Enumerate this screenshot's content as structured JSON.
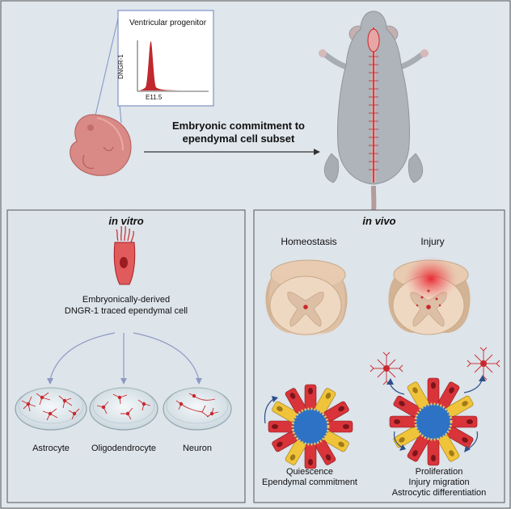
{
  "top": {
    "histogram": {
      "title": "Ventricular progenitor",
      "ylabel": "DNGR-1",
      "xlabel": "E11.5"
    },
    "arrow_label_line1": "Embryonic commitment to",
    "arrow_label_line2": "ependymal cell subset"
  },
  "in_vitro": {
    "title": "in vitro",
    "cell_label_line1": "Embryonically-derived",
    "cell_label_line2": "DNGR-1 traced ependymal cell",
    "dishes": [
      {
        "label": "Astrocyte"
      },
      {
        "label": "Oligodendrocyte"
      },
      {
        "label": "Neuron"
      }
    ]
  },
  "in_vivo": {
    "title": "in vivo",
    "homeostasis": {
      "label": "Homeostasis",
      "caption_line1": "Quiescence",
      "caption_line2": "Ependymal commitment"
    },
    "injury": {
      "label": "Injury",
      "caption_line1": "Proliferation",
      "caption_line2": "Injury migration",
      "caption_line3": "Astrocytic differentiation"
    }
  },
  "colors": {
    "background": "#dfe6ec",
    "panel": "#dde4ea",
    "accent_red": "#c8282d",
    "tissue": "#e8cbb0",
    "embryo": "#d88a86",
    "mouse": "#aeb4b9"
  }
}
